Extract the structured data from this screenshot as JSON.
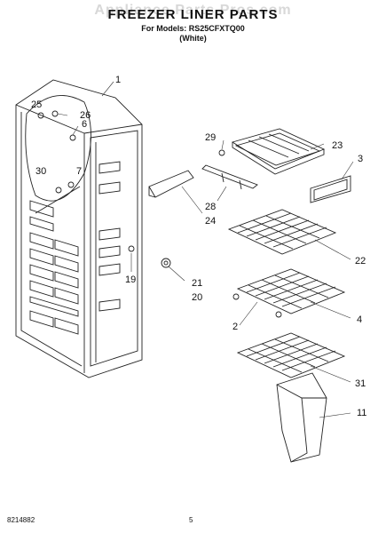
{
  "watermark": "Appliance Parts Pros.com",
  "title": "FREEZER LINER PARTS",
  "models_line": "For Models: RS25CFXTQ00",
  "color_line": "(White)",
  "footer": {
    "doc_number": "8214882",
    "page": "5"
  },
  "callouts": [
    "1",
    "25",
    "26",
    "6",
    "30",
    "7",
    "29",
    "23",
    "3",
    "28",
    "24",
    "22",
    "19",
    "21",
    "20",
    "2",
    "4",
    "31",
    "11"
  ]
}
